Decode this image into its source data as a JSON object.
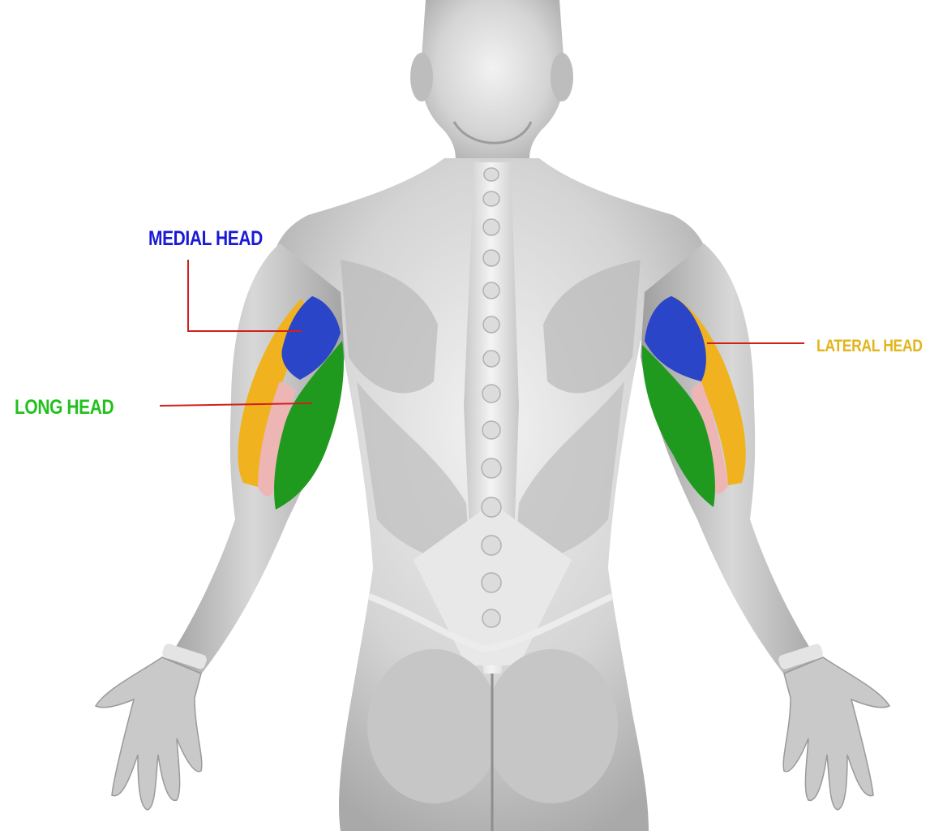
{
  "labels": {
    "medial": {
      "text": "MEDIAL HEAD",
      "color": "#1a1ad6"
    },
    "long": {
      "text": "LONG HEAD",
      "color": "#22c01e"
    },
    "lateral": {
      "text": "LATERAL HEAD",
      "color": "#e2b51c"
    }
  },
  "colors": {
    "medial_head": "#2a45c8",
    "long_head": "#1f9a1f",
    "lateral_head": "#f0b21e",
    "tendon": "#eeb5b5",
    "pointer_line": "#d0201e",
    "body": "#d9d9d9",
    "body_shadow": "#a8a8a8",
    "background": "#ffffff"
  }
}
